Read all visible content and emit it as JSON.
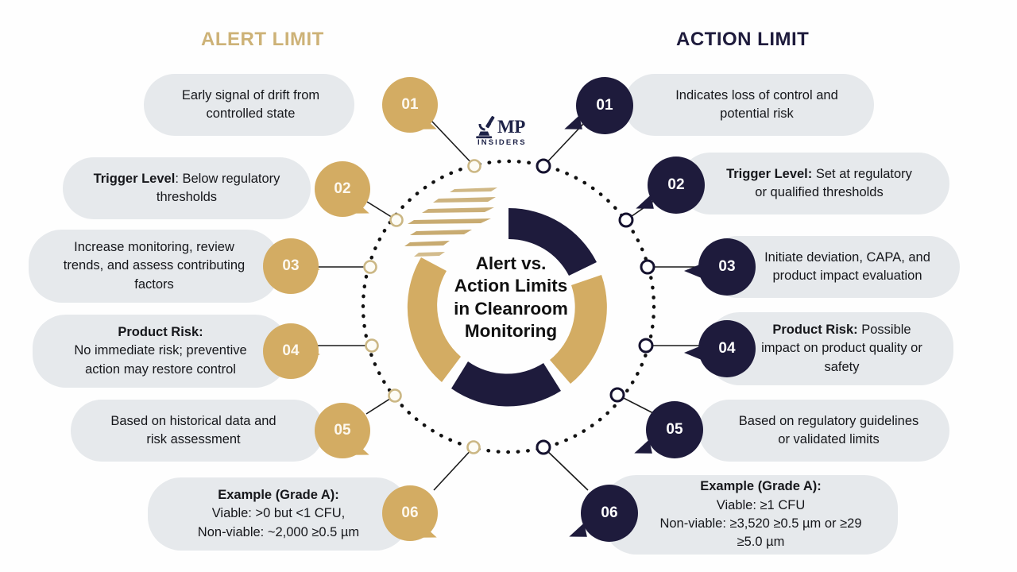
{
  "headings": {
    "alert": "ALERT LIMIT",
    "action": "ACTION LIMIT"
  },
  "center": {
    "title_line1": "Alert vs.",
    "title_line2": "Action Limits",
    "title_line3": "in Cleanroom",
    "title_line4": "Monitoring"
  },
  "logo": {
    "word": "MP",
    "sub": "INSIDERS",
    "icon": "microscope-icon"
  },
  "colors": {
    "gold": "#d3ac63",
    "gold_heading": "#cdb277",
    "navy": "#1e1b3c",
    "pill_bg": "#e6e9ec",
    "text": "#16171b",
    "background": "#fefefe"
  },
  "alert_items": [
    {
      "number": "01",
      "lines": [
        {
          "text": "Early signal of drift from",
          "bold": false
        },
        {
          "text": "controlled state",
          "bold": false
        }
      ]
    },
    {
      "number": "02",
      "lines": [
        {
          "text": "Trigger Level",
          "bold": true,
          "suffix": ": Below regulatory"
        },
        {
          "text": "thresholds",
          "bold": false
        }
      ]
    },
    {
      "number": "03",
      "lines": [
        {
          "text": "Increase monitoring, review",
          "bold": false
        },
        {
          "text": "trends, and assess contributing",
          "bold": false
        },
        {
          "text": "factors",
          "bold": false
        }
      ]
    },
    {
      "number": "04",
      "lines": [
        {
          "text": "Product Risk:",
          "bold": true
        },
        {
          "text": "No immediate risk; preventive",
          "bold": false
        },
        {
          "text": "action may restore control",
          "bold": false
        }
      ]
    },
    {
      "number": "05",
      "lines": [
        {
          "text": "Based on historical data and",
          "bold": false
        },
        {
          "text": "risk assessment",
          "bold": false
        }
      ]
    },
    {
      "number": "06",
      "lines": [
        {
          "text": "Example (Grade A):",
          "bold": true
        },
        {
          "text": "Viable: >0 but <1 CFU,",
          "bold": false
        },
        {
          "text": "Non-viable: ~2,000 ≥0.5 µm",
          "bold": false
        }
      ]
    }
  ],
  "action_items": [
    {
      "number": "01",
      "lines": [
        {
          "text": "Indicates loss of control and",
          "bold": false
        },
        {
          "text": "potential risk",
          "bold": false
        }
      ]
    },
    {
      "number": "02",
      "lines": [
        {
          "text": "Trigger Level:",
          "bold": true,
          "suffix": " Set at regulatory"
        },
        {
          "text": "or qualified thresholds",
          "bold": false
        }
      ]
    },
    {
      "number": "03",
      "lines": [
        {
          "text": "Initiate deviation, CAPA, and",
          "bold": false
        },
        {
          "text": "product impact evaluation",
          "bold": false
        }
      ]
    },
    {
      "number": "04",
      "lines": [
        {
          "text": "Product Risk:",
          "bold": true,
          "suffix": " Possible"
        },
        {
          "text": "impact on product quality or",
          "bold": false
        },
        {
          "text": "safety",
          "bold": false
        }
      ]
    },
    {
      "number": "05",
      "lines": [
        {
          "text": "Based on regulatory guidelines",
          "bold": false
        },
        {
          "text": "or validated limits",
          "bold": false
        }
      ]
    },
    {
      "number": "06",
      "lines": [
        {
          "text": "Example (Grade A):",
          "bold": true
        },
        {
          "text": "Viable: ≥1 CFU",
          "bold": false
        },
        {
          "text": "Non-viable: ≥3,520 ≥0.5 µm or ≥29",
          "bold": false
        },
        {
          "text": "≥5.0 µm",
          "bold": false
        }
      ]
    }
  ],
  "chart_data": {
    "type": "pie",
    "title": "Alert vs. Action Limits in Cleanroom Monitoring",
    "note": "Decorative segmented donut ring; segments alternate between the ALERT (gold) and ACTION (navy) palettes.",
    "segments": [
      {
        "label": "Action segment (upper right)",
        "color": "#1e1b3c",
        "start_deg": 0,
        "end_deg": 78
      },
      {
        "label": "Alert segment (lower right)",
        "color": "#d3ac63",
        "start_deg": 88,
        "end_deg": 160
      },
      {
        "label": "Action segment (bottom)",
        "color": "#1e1b3c",
        "start_deg": 170,
        "end_deg": 215
      },
      {
        "label": "Alert segment (left)",
        "color": "#d3ac63",
        "start_deg": 225,
        "end_deg": 310
      }
    ],
    "legend_position": "none",
    "grid": false
  }
}
